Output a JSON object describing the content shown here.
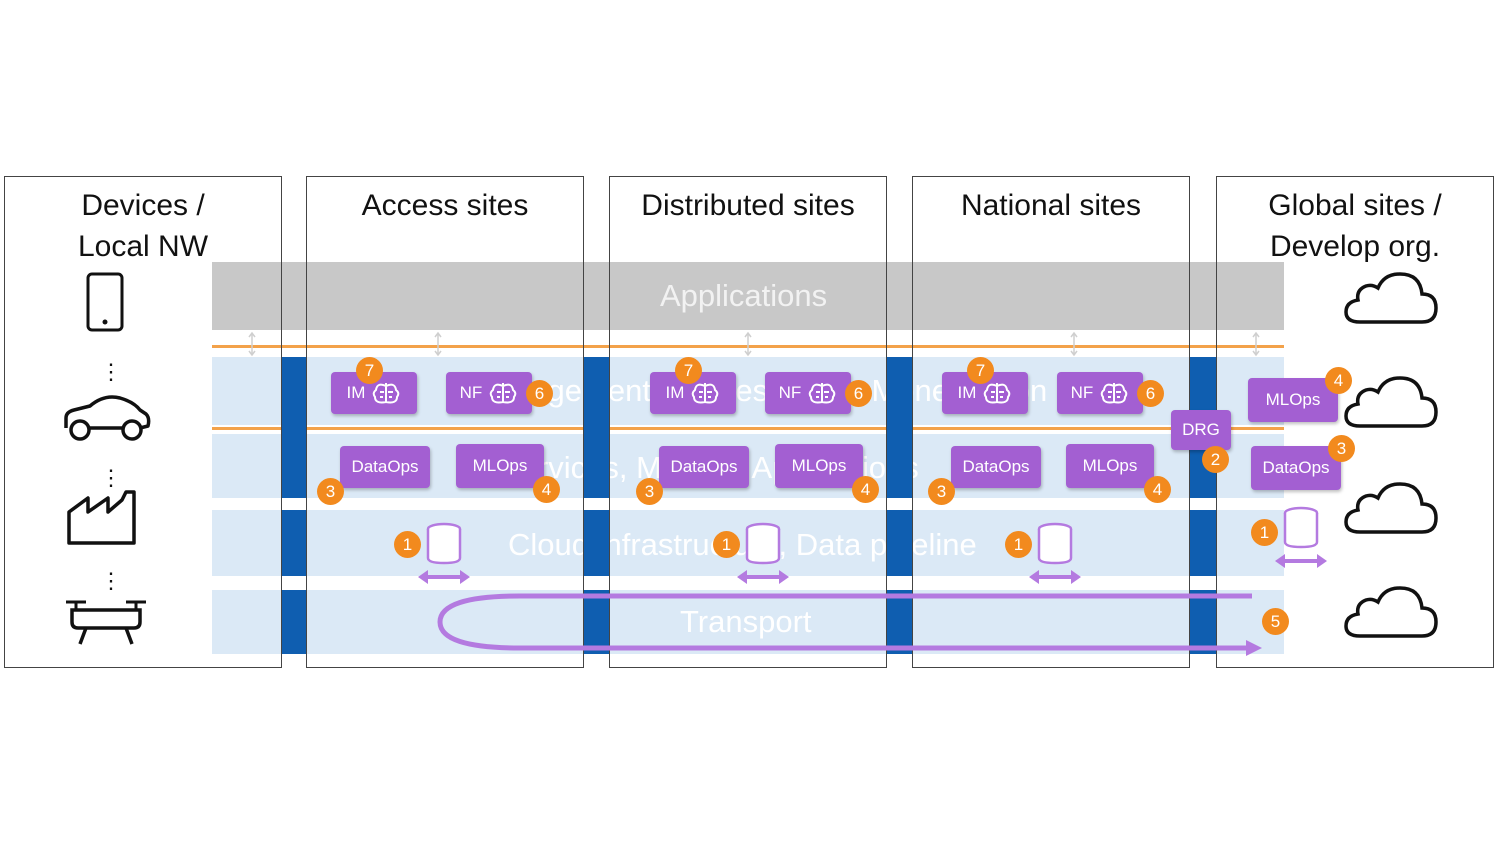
{
  "columns": [
    {
      "title": "Devices /\nLocal NW"
    },
    {
      "title": "Access sites"
    },
    {
      "title": "Distributed sites"
    },
    {
      "title": "National sites"
    },
    {
      "title": "Global sites /\nDevelop org."
    }
  ],
  "layers": {
    "applications": "Applications",
    "management": "Management, Orchestration, Monetization",
    "services": "Services, Models, Applications",
    "cloud": "Cloud infrastructure, Data pipeline",
    "transport": "Transport"
  },
  "boxes": {
    "im": "IM",
    "nf": "NF",
    "dataops": "DataOps",
    "mlops": "MLOps",
    "drg": "DRG"
  },
  "badges": {
    "b1": "1",
    "b2": "2",
    "b3": "3",
    "b4": "4",
    "b5": "5",
    "b6": "6",
    "b7": "7"
  },
  "icons": {
    "device": [
      "phone-icon",
      "car-icon",
      "factory-icon",
      "drone-icon"
    ],
    "cloud": "cloud-icon",
    "database": "database-icon",
    "brain": "brain-icon"
  },
  "colors": {
    "layer": "#dbe9f6",
    "separator": "#0f5eb0",
    "purple": "#a35fd2",
    "orange": "#f28a1e"
  }
}
